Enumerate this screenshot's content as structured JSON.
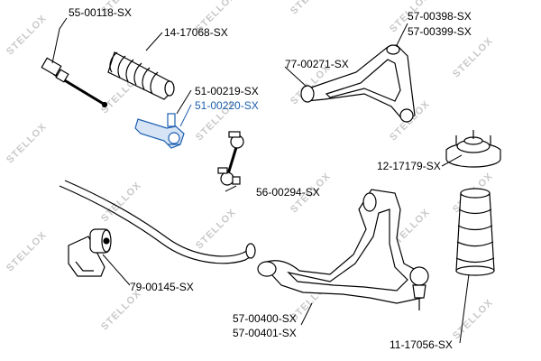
{
  "watermark": {
    "text": "STELLOX",
    "color": "#c9c9c9"
  },
  "colors": {
    "highlight": "#1c5fb0",
    "line": "#000000",
    "part_fill": "#ffffff"
  },
  "parts": [
    {
      "id": "tie-rod",
      "label": "55-00118-SX"
    },
    {
      "id": "boot",
      "label": "14-17068-SX"
    },
    {
      "id": "tie-rod-end-1",
      "label": "51-00219-SX"
    },
    {
      "id": "tie-rod-end-2",
      "label": "51-00220-SX",
      "highlighted": true
    },
    {
      "id": "upper-arm-1",
      "label": "57-00398-SX"
    },
    {
      "id": "upper-arm-2",
      "label": "57-00399-SX"
    },
    {
      "id": "upper-arm-bushing",
      "label": "77-00271-SX"
    },
    {
      "id": "strut-mount",
      "label": "12-17179-SX"
    },
    {
      "id": "stabilizer-link",
      "label": "56-00294-SX"
    },
    {
      "id": "stabilizer-bushing",
      "label": "79-00145-SX"
    },
    {
      "id": "lower-arm-1",
      "label": "57-00400-SX"
    },
    {
      "id": "lower-arm-2",
      "label": "57-00401-SX"
    },
    {
      "id": "strut-boot",
      "label": "11-17056-SX"
    }
  ]
}
